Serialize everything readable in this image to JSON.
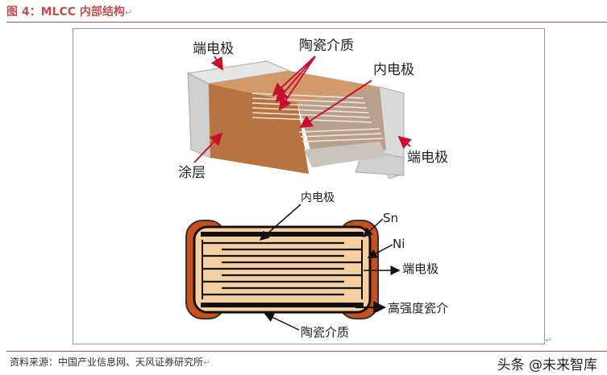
{
  "figure": {
    "title": "图 4：MLCC 内部结构",
    "return_mark": "↵",
    "source": "资料来源：中国产业信息网、天风证券研究所"
  },
  "top_diagram": {
    "labels": {
      "end_electrode_top": "端电极",
      "ceramic_dielectric": "陶瓷介质",
      "inner_electrode": "内电极",
      "end_electrode_right": "端电极",
      "coating": "涂层"
    }
  },
  "bottom_diagram": {
    "labels": {
      "inner_electrode": "内电极",
      "sn": "Sn",
      "ni": "Ni",
      "end_electrode": "端电极",
      "high_strength_ceramic": "高强度瓷介",
      "ceramic_dielectric": "陶瓷介质"
    }
  },
  "watermark": "头条 @未来智库",
  "colors": {
    "title": "#c0504d",
    "rule": "#c0504d",
    "copper": "#c88a5e",
    "copper_dark": "#9c5a30",
    "terminal_gray": "#d6d6d6",
    "arrow_red": "#c8102e",
    "end_cap_orange": "#c8501e",
    "ceramic_fill": "#f6cfa0"
  }
}
